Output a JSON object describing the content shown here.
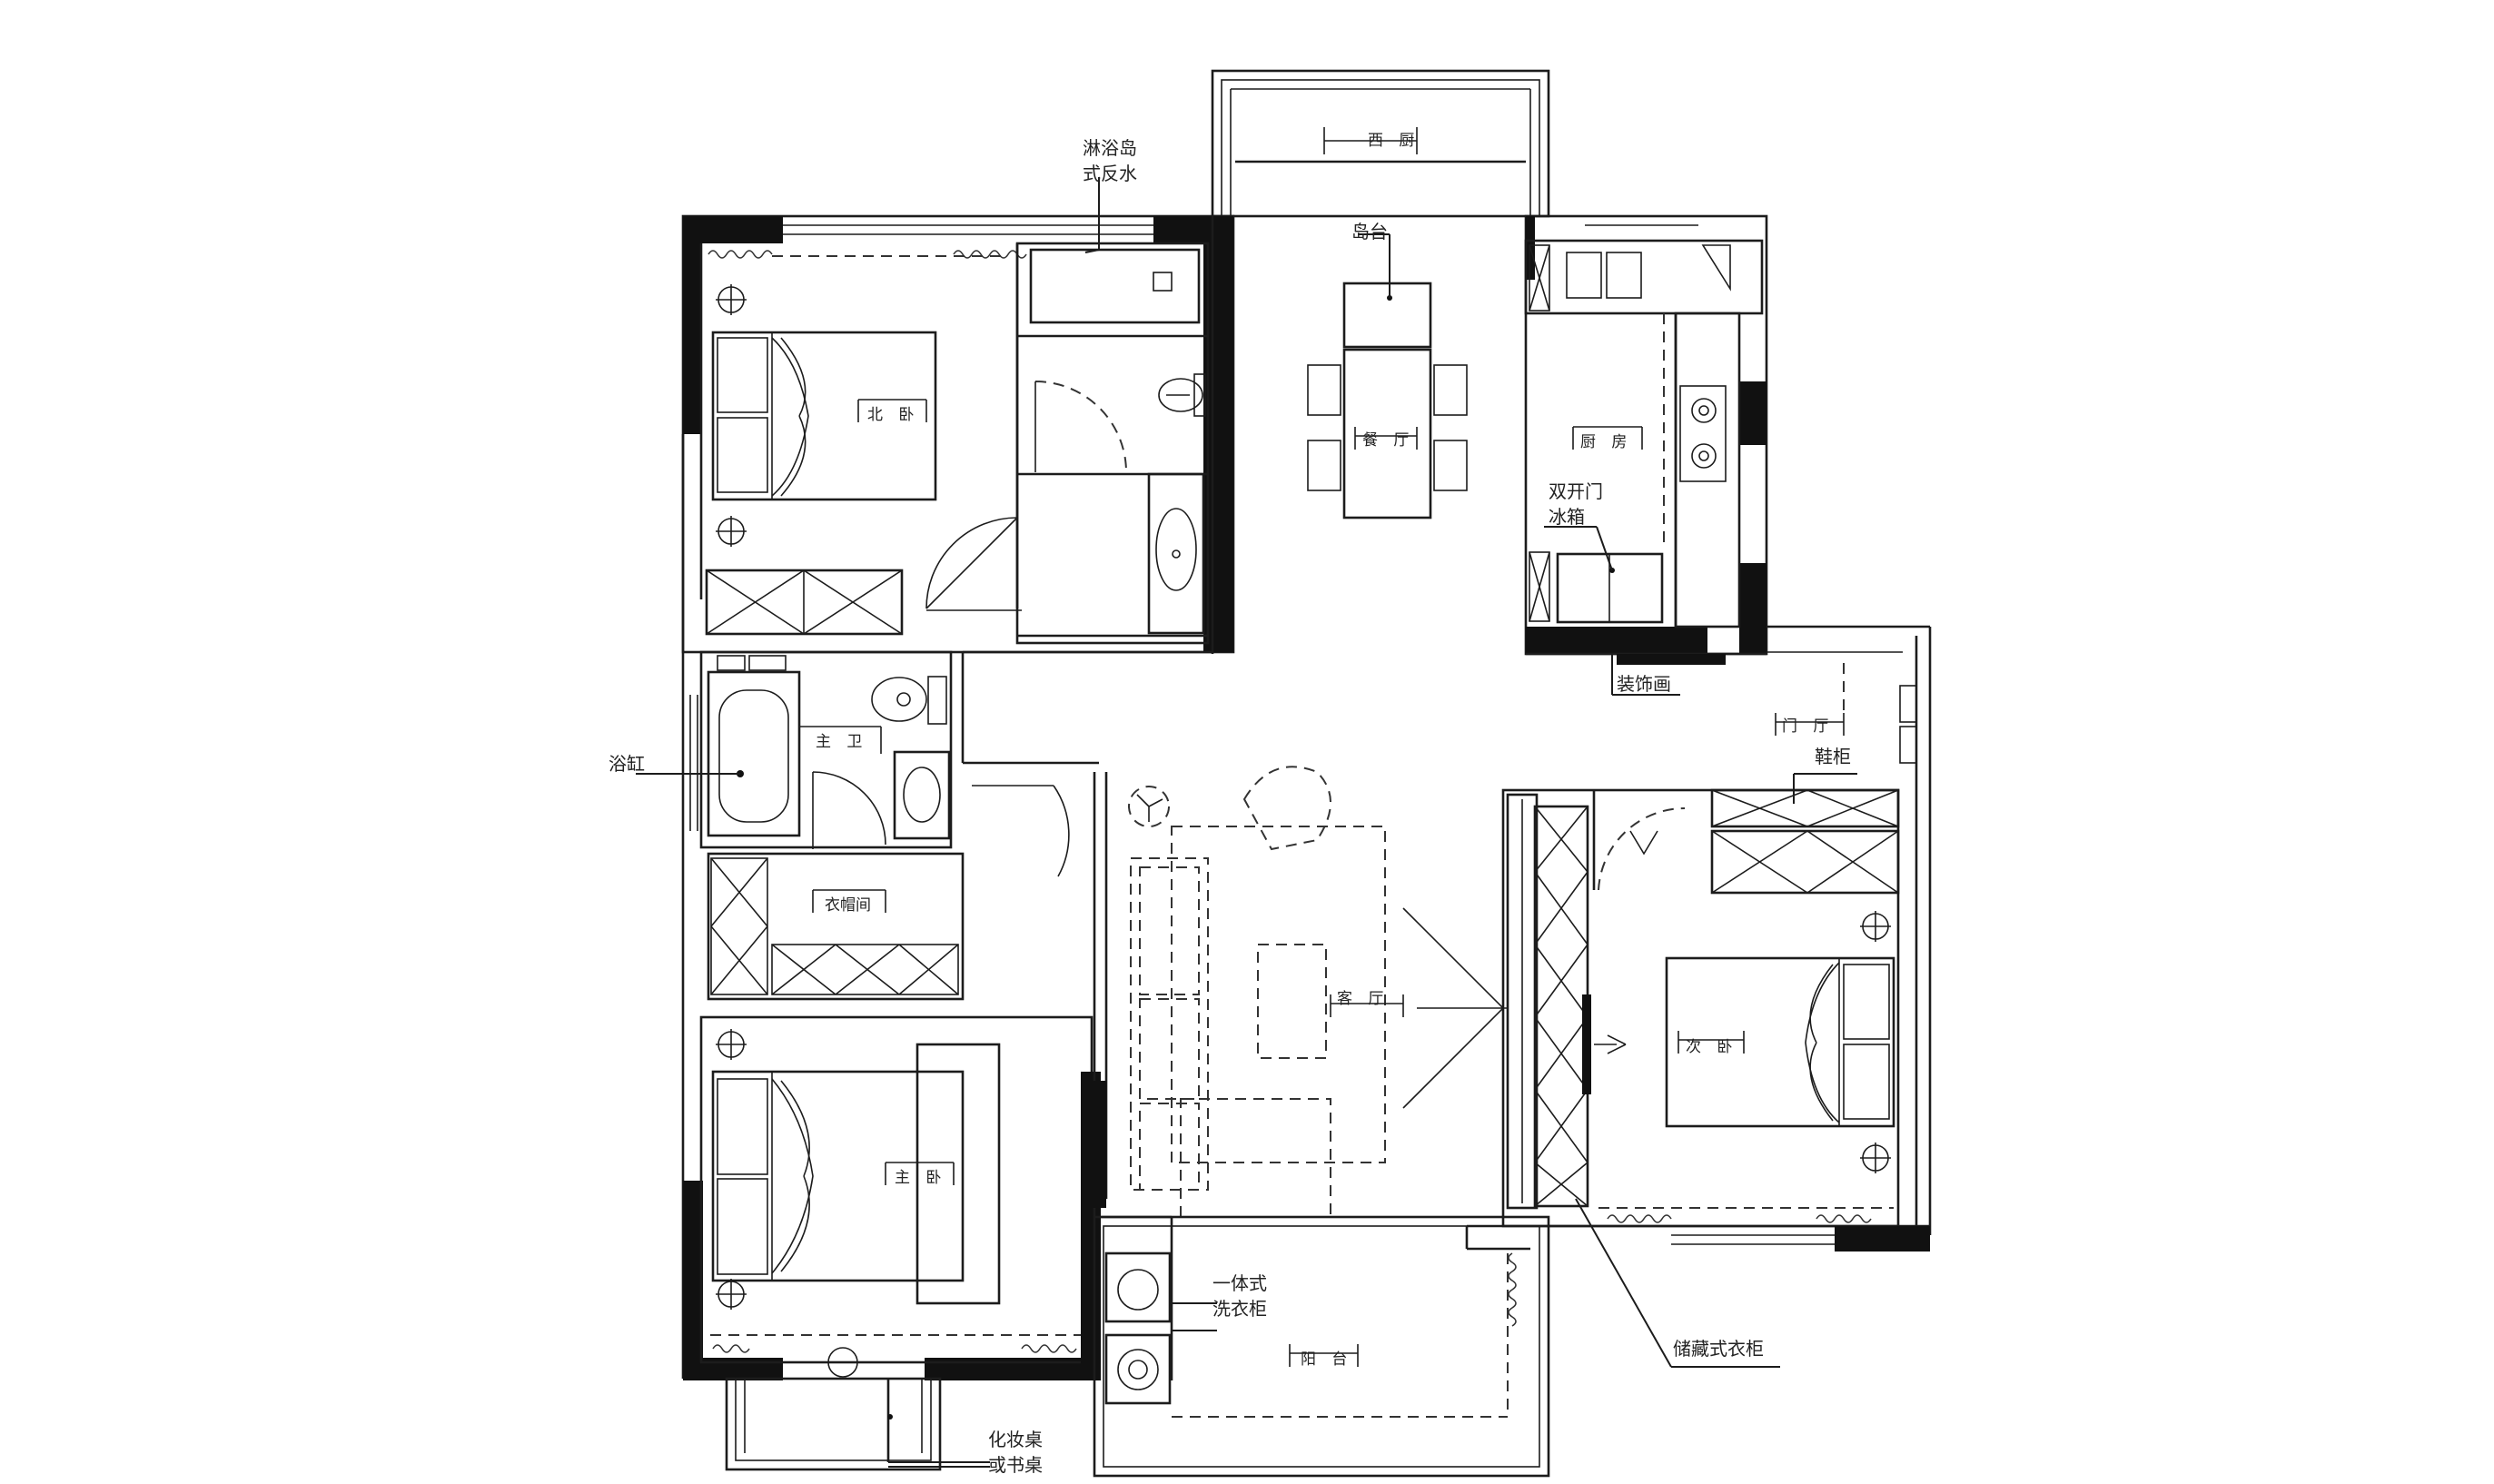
{
  "rooms": {
    "north_bedroom": "北 卧",
    "master_bath": "主 卫",
    "cloakroom": "衣帽间",
    "master_bedroom": "主 卧",
    "western_kitchen": "西 厨",
    "dining": "餐 厅",
    "kitchen": "厨 房",
    "foyer": "门 厅",
    "living": "客 厅",
    "second_bedroom": "次 卧",
    "balcony": "阳 台"
  },
  "annotations": {
    "shower_line1": "淋浴岛",
    "shower_line2": "式反水",
    "island": "岛台",
    "fridge_line1": "双开门",
    "fridge_line2": "冰箱",
    "decor_painting": "装饰画",
    "shoe_cabinet": "鞋柜",
    "bathtub": "浴缸",
    "washer_line1": "一体式",
    "washer_line2": "洗衣柜",
    "storage_wardrobe": "储藏式衣柜",
    "desk_line1": "化妆桌",
    "desk_line2": "或书桌"
  }
}
